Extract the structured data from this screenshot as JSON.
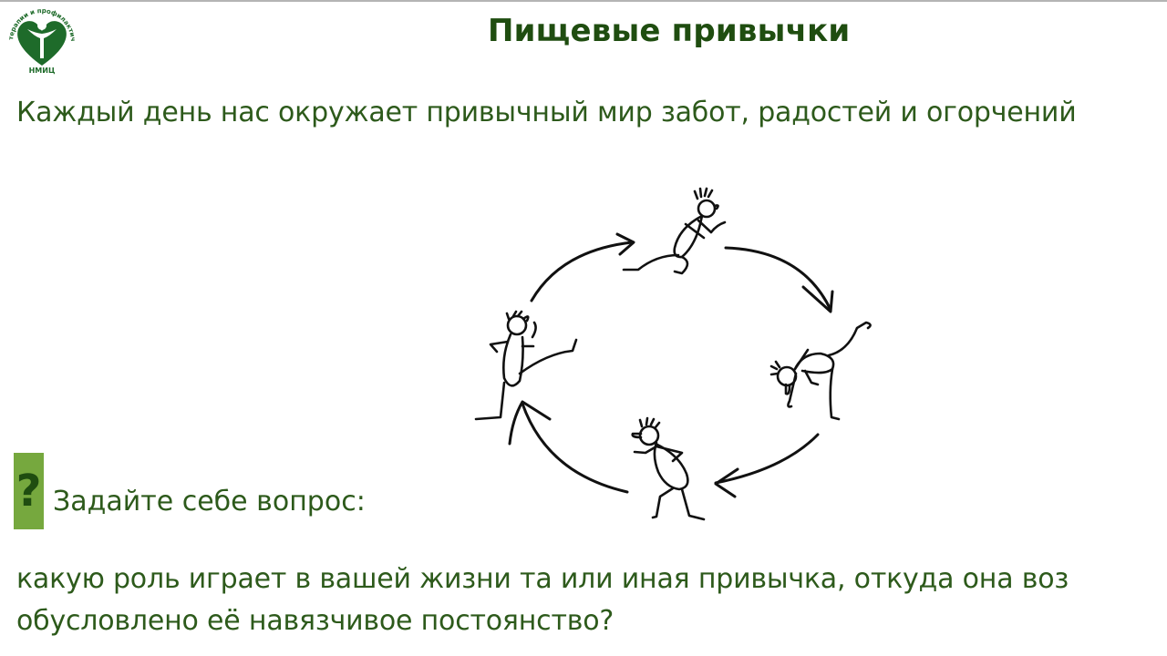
{
  "slide": {
    "title": "Пищевые привычки",
    "subtitle": "Каждый день нас окружает привычный мир забот, радостей и огорчений",
    "logo": {
      "icon": "nmic-logo-icon",
      "center_text": "НМИЦ",
      "ring_text": "терапии и профилактической медицины"
    },
    "illustration": {
      "description": "cycle-of-stick-figures",
      "figures": 4,
      "arrows": 4
    },
    "question": {
      "badge": "?",
      "label": "Задайте себе вопрос:",
      "lines": [
        "какую роль играет в вашей жизни та или иная привычка, откуда она воз",
        "обусловлено её навязчивое постоянство?"
      ]
    },
    "colors": {
      "title": "#1f4d10",
      "text": "#2d5a1b",
      "badge_bg": "#76a83e",
      "logo_green": "#1e6b2a"
    }
  }
}
